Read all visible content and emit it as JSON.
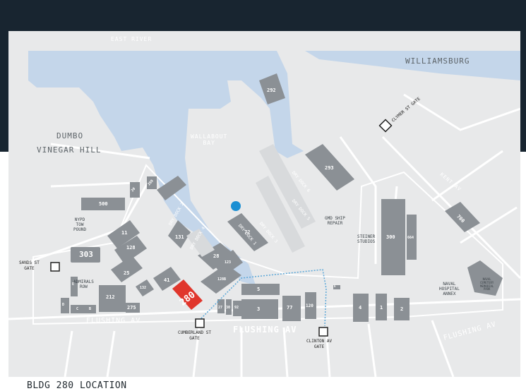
{
  "map": {
    "areas": {
      "east_river": "EAST RIVER",
      "williamsburg": "WILLIAMSBURG",
      "dumbo": "DUMBO",
      "vinegar_hill": "VINEGAR HILL",
      "wallabout_bay": "WALLABOUT\nBAY"
    },
    "roads": {
      "flushing_av_main": "FLUSHING AV",
      "flushing_av_left": "FLUSHING AV",
      "flushing_av_right": "FLUSHING AV",
      "kent_av": "KENT AV"
    },
    "docks": {
      "dry_dock_1": "DRY DOCK 1",
      "dry_dock_3": "DRY DOCK 3",
      "dry_dock_4": "DRY DOCK 4",
      "dry_dock_5": "DRY DOCK 5",
      "dry_dock_6": "DRY DOCK 6",
      "dry_dock_2": "DRY DOCK 2"
    },
    "places": {
      "nypd_tow_pound": "NYPD\nTOW\nPOUND",
      "gmd_ship_repair": "GMD SHIP\nREPAIR",
      "steiner_studios": "STEINER\nSTUDIOS",
      "naval_hospital_annex": "NAVAL\nHOSPITAL\nANNEX",
      "naval_cemetery": "NAVAL\nCEMETERY\nMEMORIAL\nPARK",
      "admirals_row": "ADMIRALS\nROW"
    },
    "gates": {
      "sands_st": "SANDS ST\nGATE",
      "cumberland_st": "CUMBERLAND ST\nGATE",
      "clinton_av": "CLINTON AV\nGATE",
      "clymer_st": "CLYMER ST GATE"
    },
    "buildings": {
      "b280": "280",
      "b292": "292",
      "b293": "293",
      "b500": "500",
      "b303": "303",
      "b300": "300",
      "b700": "700",
      "b664": "664",
      "b77": "77",
      "b120": "120",
      "b3": "3",
      "b5": "5",
      "b4": "4",
      "b1": "1",
      "b2": "2",
      "b212": "212",
      "b275": "275",
      "b25": "25",
      "b41": "41",
      "b11": "11",
      "b128": "128",
      "b131": "131",
      "b132": "132",
      "b27": "27",
      "b30": "30",
      "b92": "92",
      "b72": "72",
      "b128b": "128B",
      "b123": "123",
      "b28": "28",
      "b269": "269",
      "bD": "D",
      "bE": "E",
      "bC": "C",
      "bB": "B",
      "b20": "20",
      "b6": "6"
    }
  },
  "caption": "BLDG 280 LOCATION"
}
